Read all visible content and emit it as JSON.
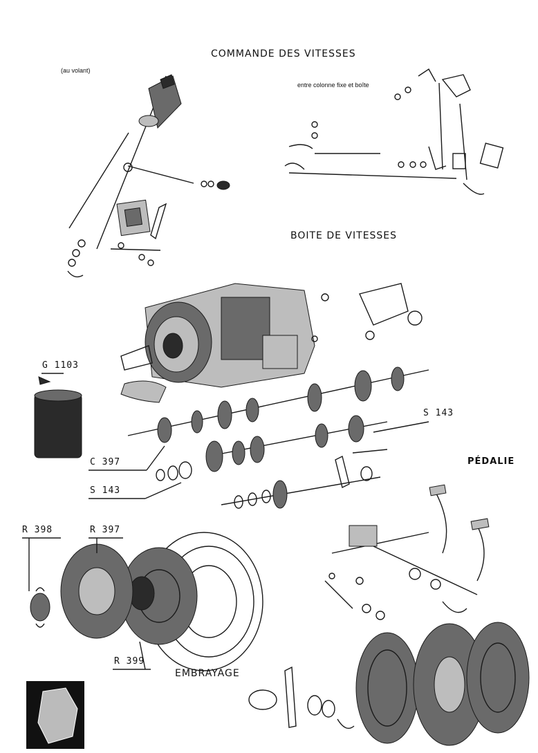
{
  "titles": {
    "commande": "COMMANDE DES VITESSES",
    "au_volant": "(au volant)",
    "entre_colonne": "entre colonne fixe et boîte",
    "boite": "BOITE DE VITESSES",
    "pedalier": "PÉDALIE",
    "embrayage": "EMBRAYAGE"
  },
  "refs": {
    "g1103": "G 1103",
    "s143_right": "S 143",
    "c397": "C 397",
    "s143_left": "S 143",
    "r398": "R 398",
    "r397": "R 397",
    "r399": "R 399"
  }
}
